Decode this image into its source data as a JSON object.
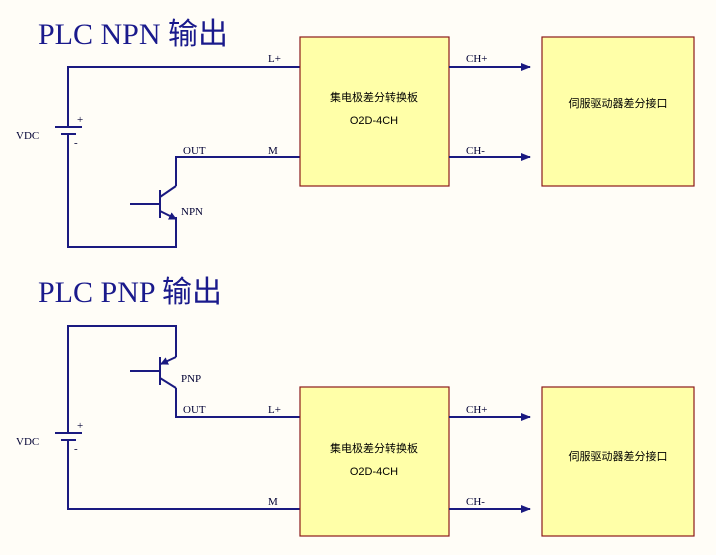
{
  "colors": {
    "wire": "#1a1a80",
    "box_fill": "#ffffa8",
    "box_border": "#8b1a1a",
    "title": "#1a1a8c",
    "background": "#fffdf7"
  },
  "top": {
    "title": "PLC NPN 输出",
    "vdc": "VDC",
    "plus": "+",
    "minus": "-",
    "out": "OUT",
    "transistor": "NPN",
    "l_plus": "L+",
    "m": "M",
    "board_name": "集电极差分转换板",
    "board_model": "O2D-4CH",
    "ch_plus": "CH+",
    "ch_minus": "CH-",
    "servo": "伺服驱动器差分接口"
  },
  "bottom": {
    "title": "PLC PNP 输出",
    "vdc": "VDC",
    "plus": "+",
    "minus": "-",
    "out": "OUT",
    "transistor": "PNP",
    "l_plus": "L+",
    "m": "M",
    "board_name": "集电极差分转换板",
    "board_model": "O2D-4CH",
    "ch_plus": "CH+",
    "ch_minus": "CH-",
    "servo": "伺服驱动器差分接口"
  }
}
